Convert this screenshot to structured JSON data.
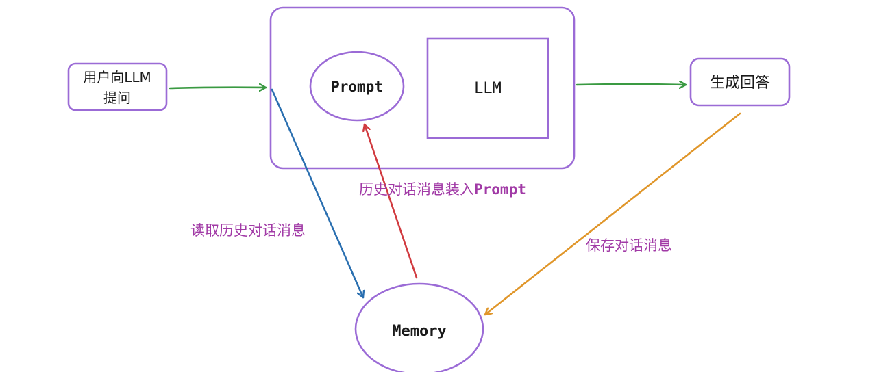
{
  "colors": {
    "node_stroke": "#9b6bd6",
    "label_text": "#a13aa6",
    "arrow_green": "#3a9a42",
    "arrow_blue": "#2a6fb0",
    "arrow_red": "#d13a3f",
    "arrow_orange": "#e0962a"
  },
  "nodes": {
    "user_question_line1": "用户向LLM",
    "user_question_line2": "提问",
    "prompt": "Prompt",
    "llm": "LLM",
    "answer": "生成回答",
    "memory": "Memory"
  },
  "edges": {
    "read_history": "读取历史对话消息",
    "load_into_prompt_prefix": "历史对话消息装入",
    "load_into_prompt_suffix": "Prompt",
    "save_history": "保存对话消息"
  }
}
